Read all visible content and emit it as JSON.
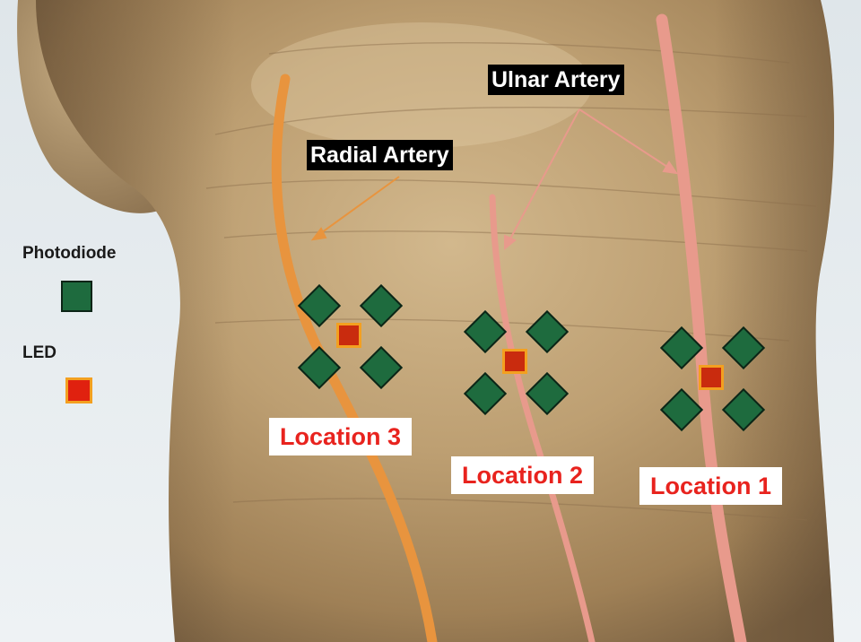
{
  "labels": {
    "ulnar_artery": "Ulnar Artery",
    "radial_artery": "Radial Artery",
    "location_1": "Location 1",
    "location_2": "Location 2",
    "location_3": "Location 3"
  },
  "legend": {
    "photodiode_label": "Photodiode",
    "led_label": "LED"
  },
  "colors": {
    "photodiode_fill": "#1e6b3e",
    "led_fill": "#c92b0e",
    "led_border": "#f3a020",
    "radial_artery_line": "#e8943e",
    "ulnar_artery_line": "#e89a8c",
    "location_text": "#e8231e"
  }
}
